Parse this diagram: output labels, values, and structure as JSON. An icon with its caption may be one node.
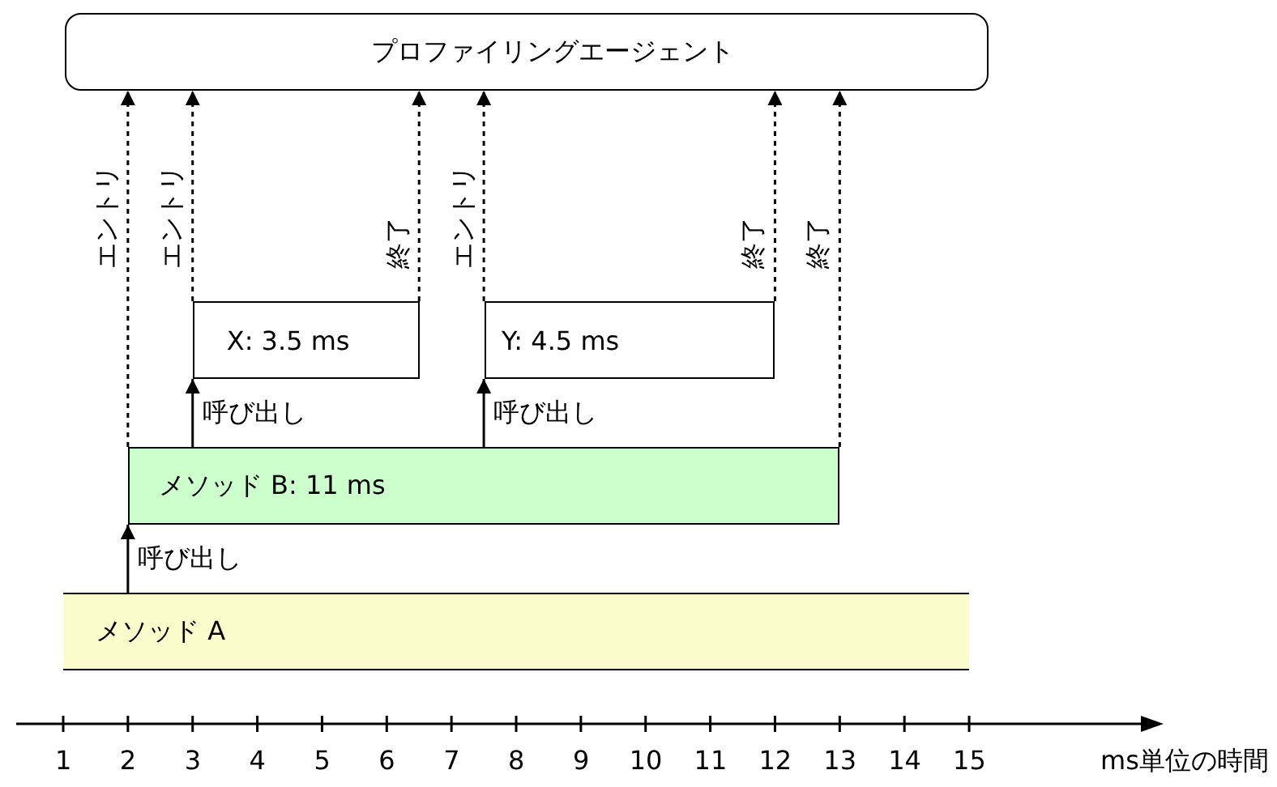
{
  "diagram": {
    "nodes": [
      {
        "text": [
          "プロファイリングエージェント"
        ]
      },
      {
        "text": [
          "メソッド A"
        ]
      },
      {
        "text": [
          "メソッド B: 11 ms"
        ]
      },
      {
        "text": [
          "X: 3.5 ms"
        ]
      },
      {
        "text": [
          "Y: 4.5 ms"
        ]
      }
    ],
    "edges": [
      {
        "from": 1,
        "to": 2,
        "arrow": "to",
        "label": "呼び出し"
      },
      {
        "from": 2,
        "to": 3,
        "arrow": "to",
        "label": "呼び出し"
      },
      {
        "from": 2,
        "to": 4,
        "arrow": "to",
        "label": "呼び出し"
      },
      {
        "from": 2,
        "to": 0,
        "arrow": "to",
        "label": "エントリ",
        "style": "dashed"
      },
      {
        "from": 3,
        "to": 0,
        "arrow": "to",
        "label": "エントリ",
        "style": "dashed"
      },
      {
        "from": 3,
        "to": 0,
        "arrow": "to",
        "label": "終了",
        "style": "dashed"
      },
      {
        "from": 4,
        "to": 0,
        "arrow": "to",
        "label": "エントリ",
        "style": "dashed"
      },
      {
        "from": 4,
        "to": 0,
        "arrow": "to",
        "label": "終了",
        "style": "dashed"
      },
      {
        "from": 2,
        "to": 0,
        "arrow": "to",
        "label": "終了",
        "style": "dashed"
      }
    ],
    "labels": [
      "1",
      "2",
      "3",
      "4",
      "5",
      "6",
      "7",
      "8",
      "9",
      "10",
      "11",
      "12",
      "13",
      "14",
      "15",
      "ms単位の時間"
    ]
  }
}
